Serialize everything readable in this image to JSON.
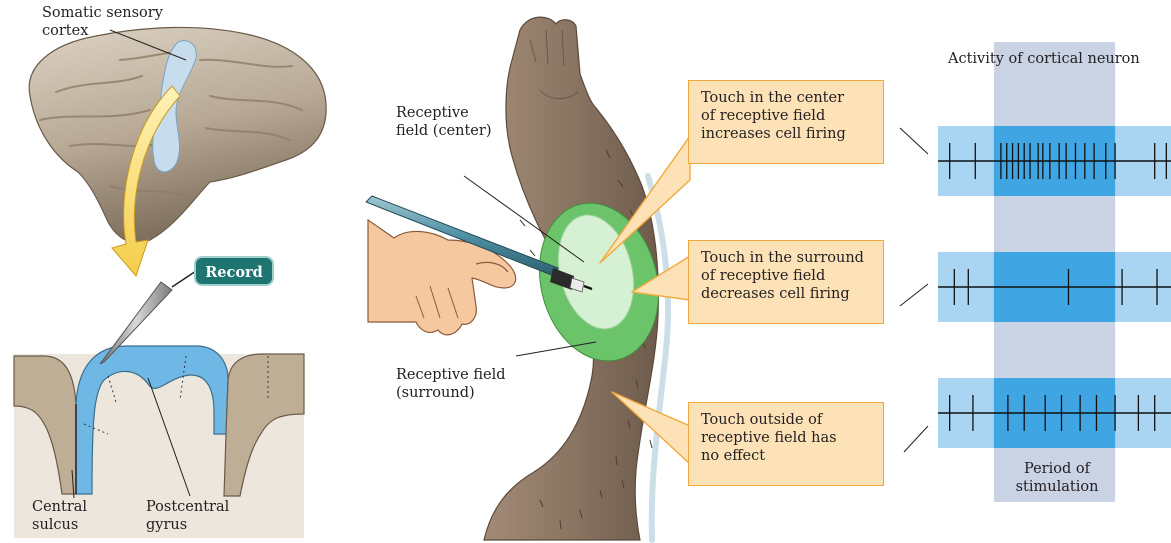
{
  "labels": {
    "somatic_sensory_cortex": [
      "Somatic sensory",
      "cortex"
    ],
    "record": "Record",
    "central_sulcus": [
      "Central",
      "sulcus"
    ],
    "postcentral_gyrus": [
      "Postcentral",
      "gyrus"
    ],
    "receptive_field_center": [
      "Receptive",
      "field (center)"
    ],
    "receptive_field_surround": [
      "Receptive field",
      "(surround)"
    ],
    "activity_title": "Activity of cortical neuron",
    "period_of_stimulation": [
      "Period of",
      "stimulation"
    ]
  },
  "callouts": [
    {
      "lines": [
        "Touch in the center",
        "of receptive field",
        "increases cell firing"
      ]
    },
    {
      "lines": [
        "Touch in the surround",
        "of receptive field",
        "decreases cell firing"
      ]
    },
    {
      "lines": [
        "Touch outside of",
        "receptive field has",
        "no effect"
      ]
    }
  ],
  "colors": {
    "cortex_blue": "#6fb8e6",
    "trace_band": "#a9d4f2",
    "stimulation_band": "#3fa5e3",
    "stimulation_column": "#c9d3e3",
    "callout_fill": "#fde2b8",
    "callout_border": "#f2a93b",
    "record_badge": "#1d7471",
    "field_center": "#d6f0d3",
    "field_surround": "#6cc46a",
    "arm_skin": "#8a7462",
    "hand_skin": "#f6c8a0"
  },
  "spike_trains": [
    {
      "condition": "center",
      "spike_times": [
        0.05,
        0.16,
        0.27,
        0.295,
        0.32,
        0.345,
        0.37,
        0.395,
        0.43,
        0.45,
        0.48,
        0.52,
        0.55,
        0.59,
        0.63,
        0.67,
        0.72,
        0.76,
        0.93,
        0.98
      ]
    },
    {
      "condition": "surround",
      "spike_times": [
        0.07,
        0.13,
        0.56,
        0.79,
        0.94
      ]
    },
    {
      "condition": "outside",
      "spike_times": [
        0.05,
        0.15,
        0.3,
        0.37,
        0.46,
        0.53,
        0.61,
        0.68,
        0.76,
        0.86,
        0.93
      ]
    }
  ],
  "stimulation_window": [
    0.24,
    0.76
  ]
}
